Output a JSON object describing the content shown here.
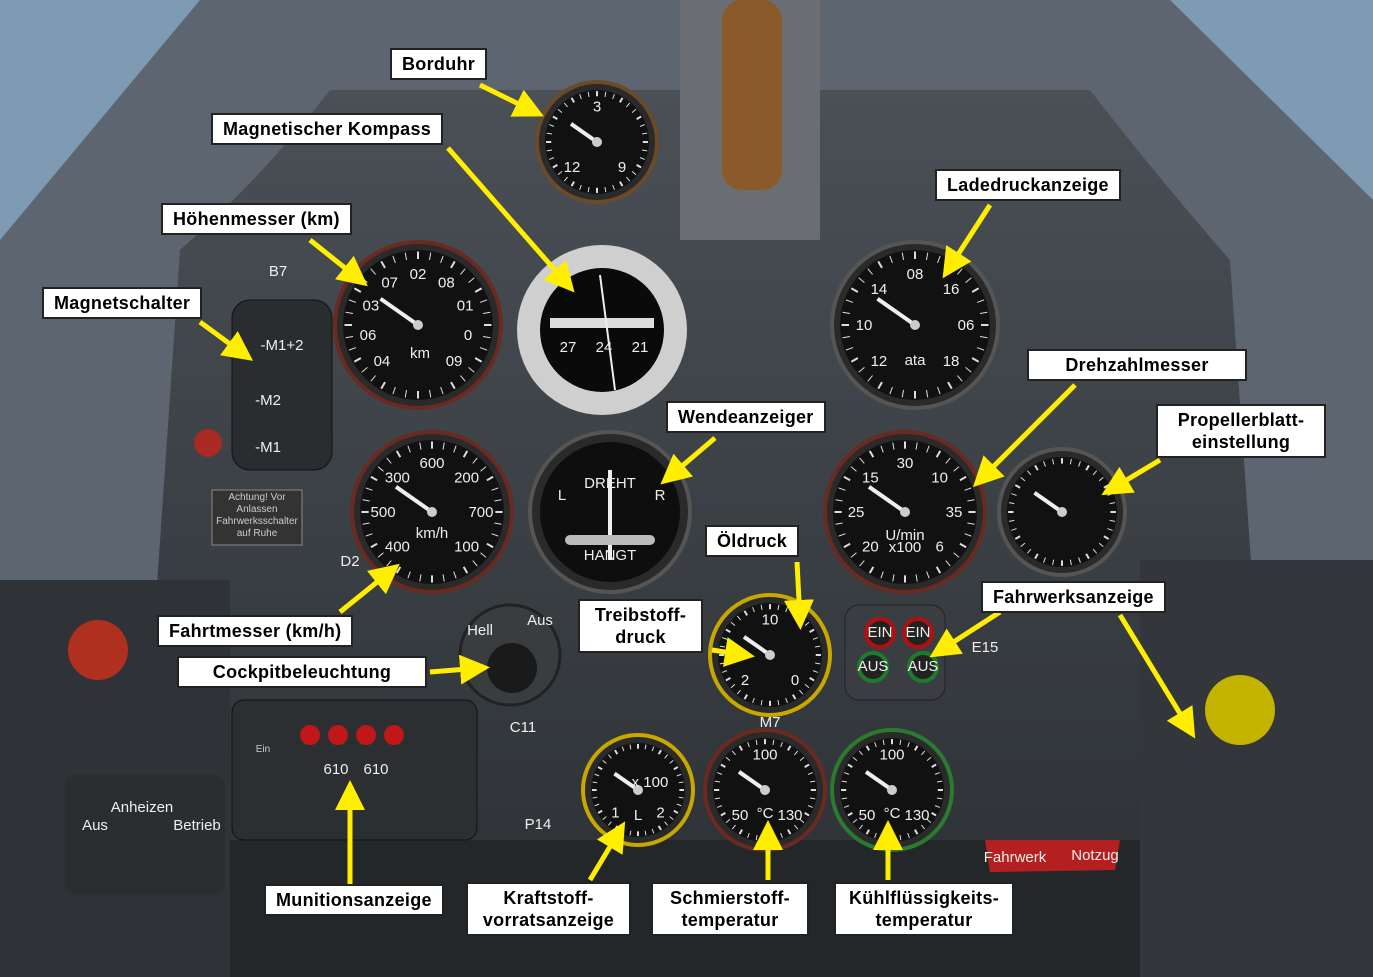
{
  "labels": {
    "borduhr": "Borduhr",
    "kompass": "Magnetischer Kompass",
    "hoehenmesser": "Höhenmesser (km)",
    "magnetschalter": "Magnetschalter",
    "ladedruck": "Ladedruckanzeige",
    "drehzahl": "Drehzahlmesser",
    "wende": "Wendeanzeiger",
    "propeller_1": "Propellerblatt-",
    "propeller_2": "einstellung",
    "oeldruck": "Öldruck",
    "fahrwerk": "Fahrwerksanzeige",
    "treibstoff_1": "Treibstoff-",
    "treibstoff_2": "druck",
    "fahrtmesser": "Fahrtmesser (km/h)",
    "cockpit": "Cockpitbeleuchtung",
    "munition": "Munitionsanzeige",
    "kraftstoff_1": "Kraftstoff-",
    "kraftstoff_2": "vorratsanzeige",
    "schmier_1": "Schmierstoff-",
    "schmier_2": "temperatur",
    "kuehl_1": "Kühlflüssigkeits-",
    "kuehl_2": "temperatur"
  },
  "panel": {
    "b7": "B7",
    "d2": "D2",
    "e15": "E15",
    "c11": "C11",
    "m7": "M7",
    "p14": "P14",
    "aus": "AUS",
    "hell": "Hell",
    "aus_knob": "Aus",
    "m12": "-M1+2",
    "m2": "-M2",
    "m1": "-M1",
    "anheizen": "Anheizen",
    "betrieb": "Betrieb",
    "aus_left": "Aus",
    "ein": "Ein",
    "fahrwerk": "Fahrwerk",
    "notzug": "Notzug",
    "ammo1": "610",
    "ammo2": "610",
    "ein1": "EIN",
    "ein2": "EIN",
    "aus1": "AUS",
    "aus2": "AUS",
    "warn": "Achtung! Vor Anlassen Fahrwerksschalter auf Ruhe"
  },
  "gauges": {
    "clock": [
      "12",
      "3",
      "9"
    ],
    "altimeter": {
      "nums": [
        "04",
        "06",
        "03",
        "07",
        "02",
        "08",
        "01",
        "0",
        "09"
      ],
      "unit": "km"
    },
    "compass": [
      "27",
      "24",
      "21"
    ],
    "boost": {
      "nums": [
        "12",
        "10",
        "14",
        "08",
        "16",
        "06",
        "18"
      ],
      "unit": "ata"
    },
    "speed": {
      "nums": [
        "400",
        "500",
        "300",
        "600",
        "200",
        "700",
        "100"
      ],
      "unit": "km/h"
    },
    "turn": {
      "top": "DREHT",
      "bottom": "HANGT",
      "l": "L",
      "r": "R"
    },
    "rpm": {
      "nums": [
        "20",
        "25",
        "15",
        "30",
        "10",
        "35",
        "6"
      ],
      "unit": "U/min",
      "sub": "x100"
    },
    "oil": [
      "2",
      "10",
      "0"
    ],
    "fuel": {
      "unit": "L",
      "sub": "x 100",
      "nums": [
        "1",
        "2"
      ]
    },
    "lubtemp": {
      "nums": [
        "50",
        "100",
        "130"
      ],
      "unit": "°C"
    },
    "coolant": {
      "nums": [
        "50",
        "100",
        "130"
      ],
      "unit": "°C"
    }
  },
  "colors": {
    "arrow": "#ffee00",
    "panel": "#3c4146"
  }
}
